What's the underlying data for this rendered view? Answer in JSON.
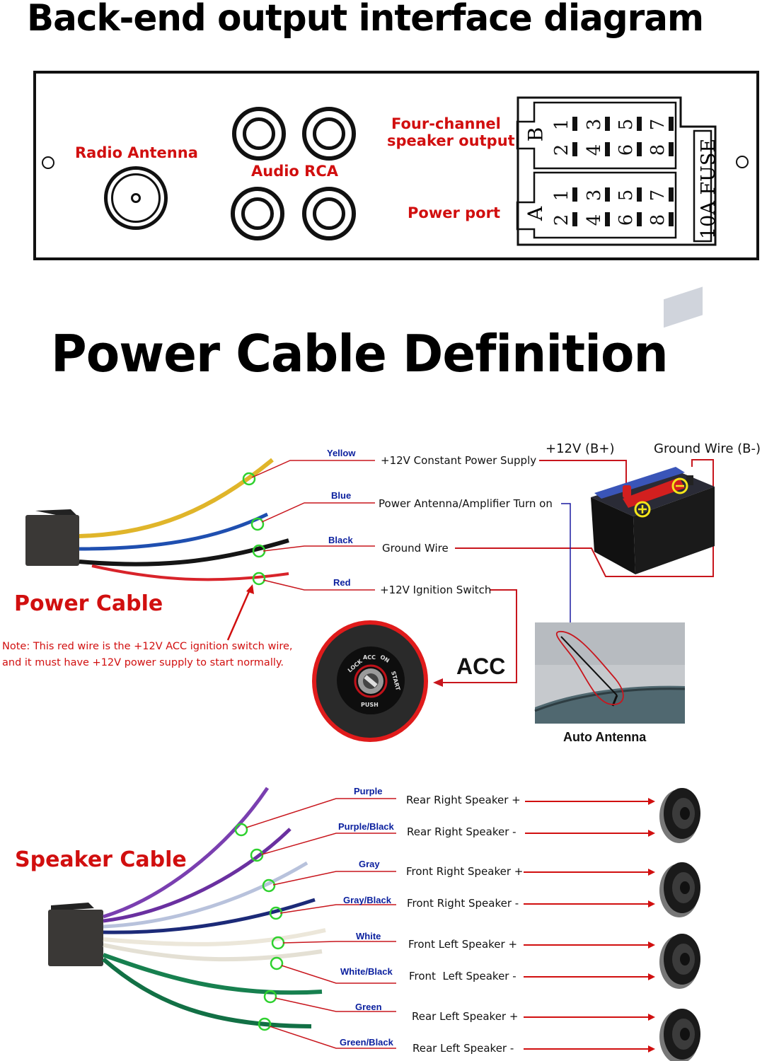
{
  "titles": {
    "interface": "Back-end output interface diagram",
    "power": "Power Cable Definition"
  },
  "panel": {
    "radio_antenna_label": "Radio Antenna",
    "audio_rca_label": "Audio RCA",
    "speaker_output_label_line1": "Four-channel",
    "speaker_output_label_line2": "speaker output",
    "power_port_label": "Power port",
    "connector_b": {
      "letter": "B",
      "pins_top": [
        "1",
        "3",
        "5",
        "7"
      ],
      "pins_bottom": [
        "2",
        "4",
        "6",
        "8"
      ]
    },
    "connector_a": {
      "letter": "A",
      "pins_top": [
        "1",
        "3",
        "5",
        "7"
      ],
      "pins_bottom": [
        "2",
        "4",
        "6",
        "8"
      ]
    },
    "fuse_label": "10A  FUSE"
  },
  "power_cable": {
    "heading": "Power Cable",
    "note_line1": "Note: This red wire is the +12V ACC ignition switch wire,",
    "note_line2": "and it must have +12V power supply to start normally.",
    "wires": [
      {
        "color_name": "Yellow",
        "function": "+12V Constant Power Supply",
        "hex": "#e0b52a"
      },
      {
        "color_name": "Blue",
        "function": "Power Antenna/Amplifier Turn on",
        "hex": "#1f4fb0"
      },
      {
        "color_name": "Black",
        "function": "Ground Wire",
        "hex": "#151515"
      },
      {
        "color_name": "Red",
        "function": "+12V Ignition Switch",
        "hex": "#d8232a"
      }
    ],
    "battery_plus_label": "+12V (B+)",
    "battery_minus_label": "Ground Wire (B-)",
    "acc_label": "ACC",
    "ignition_labels": {
      "lock": "LOCK",
      "acc": "ACC",
      "on": "ON",
      "start": "START",
      "push": "PUSH"
    },
    "auto_antenna_label": "Auto Antenna"
  },
  "speaker_cable": {
    "heading": "Speaker Cable",
    "wires": [
      {
        "color_name": "Purple",
        "function": "Rear Right Speaker +",
        "hex": "#7a3fb0"
      },
      {
        "color_name": "Purple/Black",
        "function": "Rear Right Speaker -",
        "hex": "#6a30a0"
      },
      {
        "color_name": "Gray",
        "function": "Front Right Speaker +",
        "hex": "#b8c2dc"
      },
      {
        "color_name": "Gray/Black",
        "function": "Front Right Speaker -",
        "hex": "#1c2a78"
      },
      {
        "color_name": "White",
        "function": "Front Left Speaker +",
        "hex": "#ece7da"
      },
      {
        "color_name": "White/Black",
        "function": "Front  Left Speaker -",
        "hex": "#e4e0d4"
      },
      {
        "color_name": "Green",
        "function": "Rear Left Speaker +",
        "hex": "#17804f"
      },
      {
        "color_name": "Green/Black",
        "function": "Rear Left Speaker -",
        "hex": "#127045"
      }
    ]
  },
  "colors": {
    "accent_red": "#d10f0f",
    "wire_label_blue": "#0a1f9e",
    "leader_red": "#c8161d",
    "marker_green": "#2fd12f",
    "antenna_arrow_blue": "#1a1aa0"
  }
}
